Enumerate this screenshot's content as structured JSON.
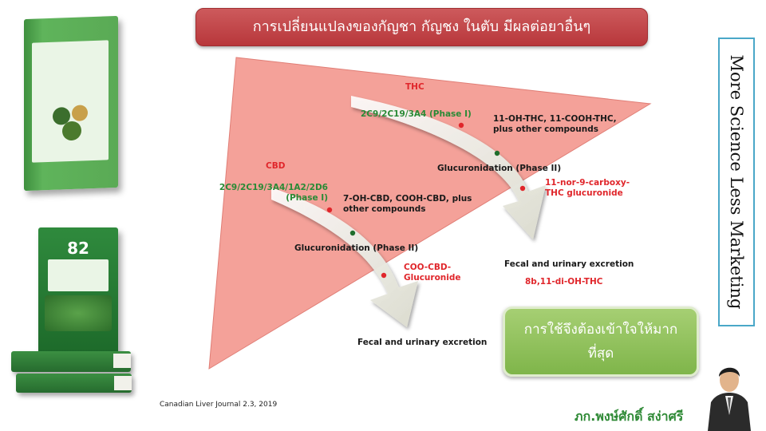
{
  "header": {
    "title": "การเปลี่ยนแปลงของกัญชา กัญชง ในตับ มีผลต่อยาอื่นๆ"
  },
  "books": {
    "book2_number": "82"
  },
  "diagram": {
    "thc": {
      "name": "THC",
      "phase1_enzymes": "2C9/2C19/3A4 (Phase I)",
      "phase1_products": "11-OH-THC, 11-COOH-THC, plus other compounds",
      "glucuronidation": "Glucuronidation (Phase II)",
      "glucuronide": "11-nor-9-carboxy-THC glucuronide",
      "excretion": "Fecal and urinary excretion",
      "metabolite": "8b,11-di-OH-THC"
    },
    "cbd": {
      "name": "CBD",
      "phase1_enzymes": "2C9/2C19/3A4/1A2/2D6 (Phase I)",
      "phase1_products": "7-OH-CBD, COOH-CBD, plus other compounds",
      "glucuronidation": "Glucuronidation (Phase II)",
      "glucuronide": "COO-CBD-Glucuronide",
      "excretion": "Fecal and urinary excretion"
    }
  },
  "side_banner": {
    "text": "More Science Less Marketing"
  },
  "callout": {
    "text": "การใช้จึงต้องเข้าใจให้มากที่สุด"
  },
  "citation": "Canadian Liver Journal 2.3, 2019",
  "author": "ภก.พงษ์ศักดิ์ สง่าศรี",
  "colors": {
    "triangle": "#f4a199",
    "banner": "#c0444a",
    "red_text": "#e0262b",
    "green_text": "#2a8a36",
    "callout": "#8fc05a",
    "side_border": "#4aa7c8"
  }
}
